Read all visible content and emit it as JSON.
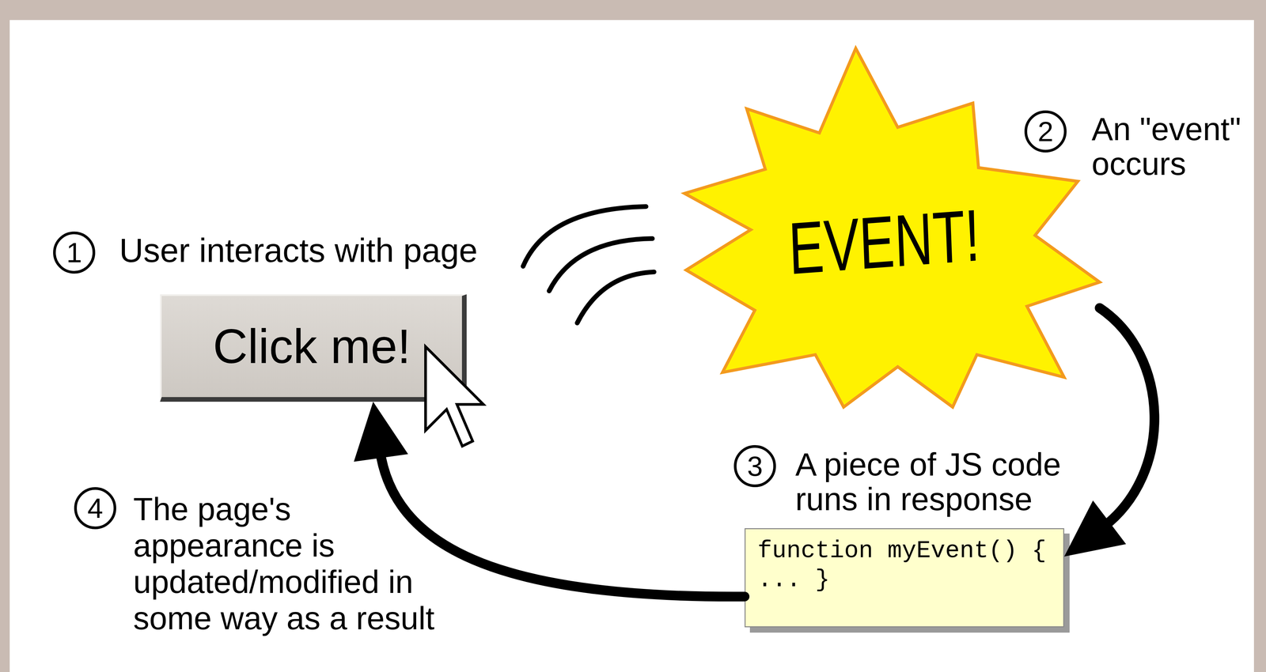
{
  "diagram": {
    "nodes": [
      {
        "text": [
          "Click me!"
        ]
      },
      {
        "text": [
          "EVENT!"
        ]
      },
      {
        "text": [
          "function myEvent() { ... }"
        ]
      }
    ],
    "edges": [
      {
        "from": 1,
        "to": 2,
        "arrow": "to"
      },
      {
        "from": 2,
        "to": 0,
        "arrow": "to"
      }
    ],
    "labels": [
      "1",
      "User interacts with page",
      "2",
      "An \"event\" occurs",
      "3",
      "A piece of JS code runs in response",
      "4",
      "The page's appearance is updated/modified in some way as a result"
    ]
  }
}
